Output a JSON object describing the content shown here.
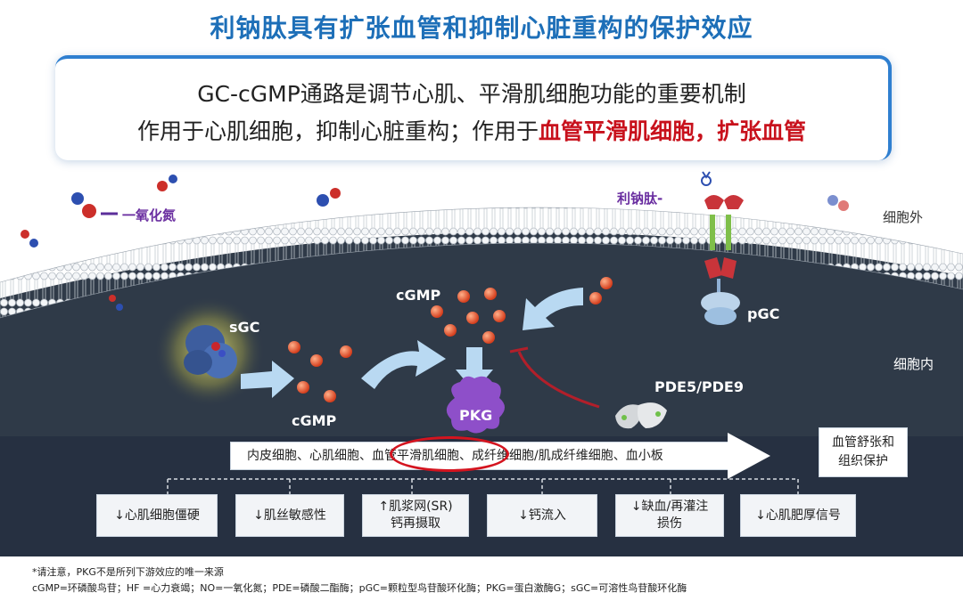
{
  "title": "利钠肽具有扩张血管和抑制心脏重构的保护效应",
  "summary": {
    "line1": "GC-cGMP通路是调节心肌、平滑肌细胞功能的重要机制",
    "line2_prefix": "作用于心肌细胞，抑制心脏重构；作用于",
    "line2_highlight": "血管平滑肌细胞，扩张血管"
  },
  "labels": {
    "no": "一氧化氮",
    "natriuretic_peptide": "利钠肽-",
    "extracellular": "细胞外",
    "intracellular": "细胞内",
    "sgc": "sGC",
    "pgc": "pGC",
    "cgmp_left": "cGMP",
    "cgmp_top": "cGMP",
    "pkg": "PKG",
    "pde": "PDE5/PDE9"
  },
  "flow": {
    "cells": "内皮细胞、心肌细胞、血管平滑肌细胞、成纤维细胞/肌成纤维细胞、血小板",
    "result_line1": "血管舒张和",
    "result_line2": "组织保护"
  },
  "effects": [
    {
      "line1": "↓心肌细胞僵硬",
      "line2": ""
    },
    {
      "line1": "↓肌丝敏感性",
      "line2": ""
    },
    {
      "line1": "↑肌浆网(SR)",
      "line2": "钙再摄取"
    },
    {
      "line1": "↓钙流入",
      "line2": ""
    },
    {
      "line1": "↓缺血/再灌注",
      "line2": "损伤"
    },
    {
      "line1": "↓心肌肥厚信号",
      "line2": ""
    }
  ],
  "footnotes": {
    "line1": "*请注意，PKG不是所列下游效应的唯一来源",
    "line2": "cGMP=环磷酸鸟苷；HF =心力衰竭；NO=一氧化氮；PDE=磷酸二酯酶；pGC=颗粒型鸟苷酸环化酶；PKG=蛋白激酶G；sGC=可溶性鸟苷酸环化酶"
  },
  "colors": {
    "title": "#1d6fb8",
    "highlight": "#c8111c",
    "cytoplasm": "#2f3a48",
    "arrow": "#b9d9f2",
    "pkg": "#8e4fc9",
    "cgmp_ball": "#e2522a"
  }
}
